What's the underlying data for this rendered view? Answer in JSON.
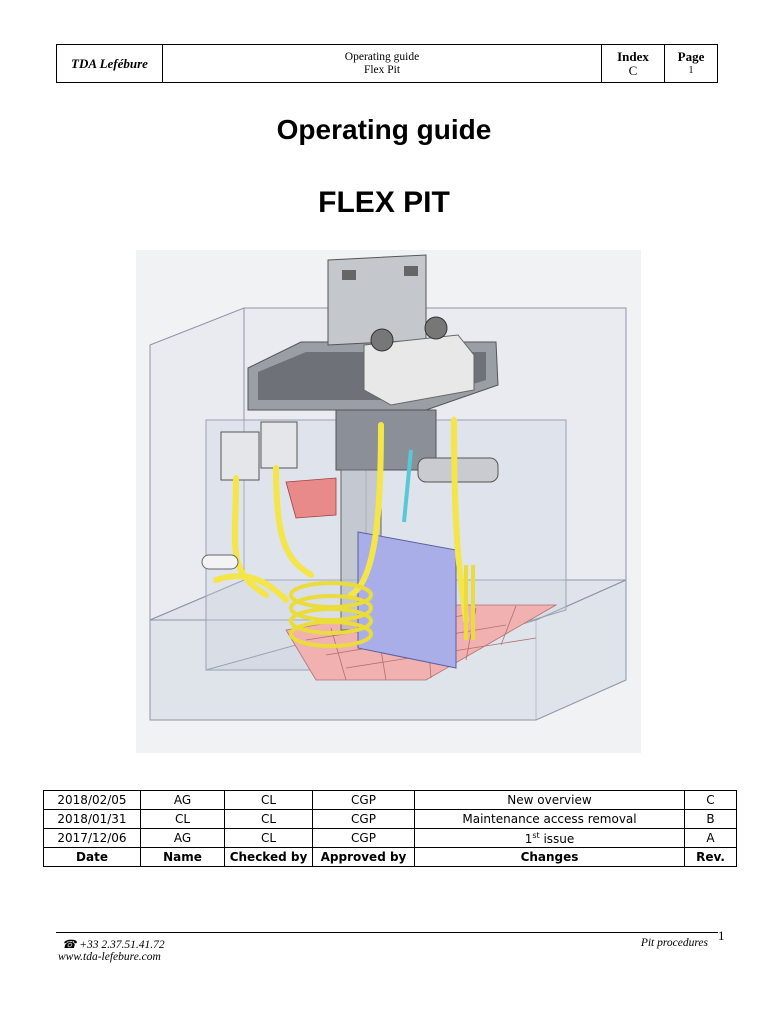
{
  "header": {
    "company": "TDA Lefébure",
    "doc_title": "Operating guide",
    "doc_subtitle": "Flex Pit",
    "index_label": "Index",
    "index_value": "C",
    "page_label": "Page",
    "page_value": "1"
  },
  "title": "Operating guide",
  "subtitle": "FLEX PIT",
  "figure": {
    "icon": "flex-pit-3d-illustration"
  },
  "revisions": {
    "rows": [
      {
        "date": "2018/02/05",
        "name": "AG",
        "checked_by": "CL",
        "approved_by": "CGP",
        "changes": "New overview",
        "rev": "C"
      },
      {
        "date": "2018/01/31",
        "name": "CL",
        "checked_by": "CL",
        "approved_by": "CGP",
        "changes": "Maintenance access removal",
        "rev": "B"
      },
      {
        "date": "2017/12/06",
        "name": "AG",
        "checked_by": "CL",
        "approved_by": "CGP",
        "changes": "1st issue",
        "changes_base": "1",
        "changes_sup": "st",
        "changes_rest": " issue",
        "rev": "A"
      }
    ],
    "headers": {
      "date": "Date",
      "name": "Name",
      "checked_by": "Checked by",
      "approved_by": "Approved by",
      "changes": "Changes",
      "rev": "Rev."
    }
  },
  "footer": {
    "phone_icon": "phone-icon",
    "phone": "+33 2.37.51.41.72",
    "website": "www.tda-lefebure.com",
    "section": "Pit procedures",
    "page_number": "1"
  }
}
